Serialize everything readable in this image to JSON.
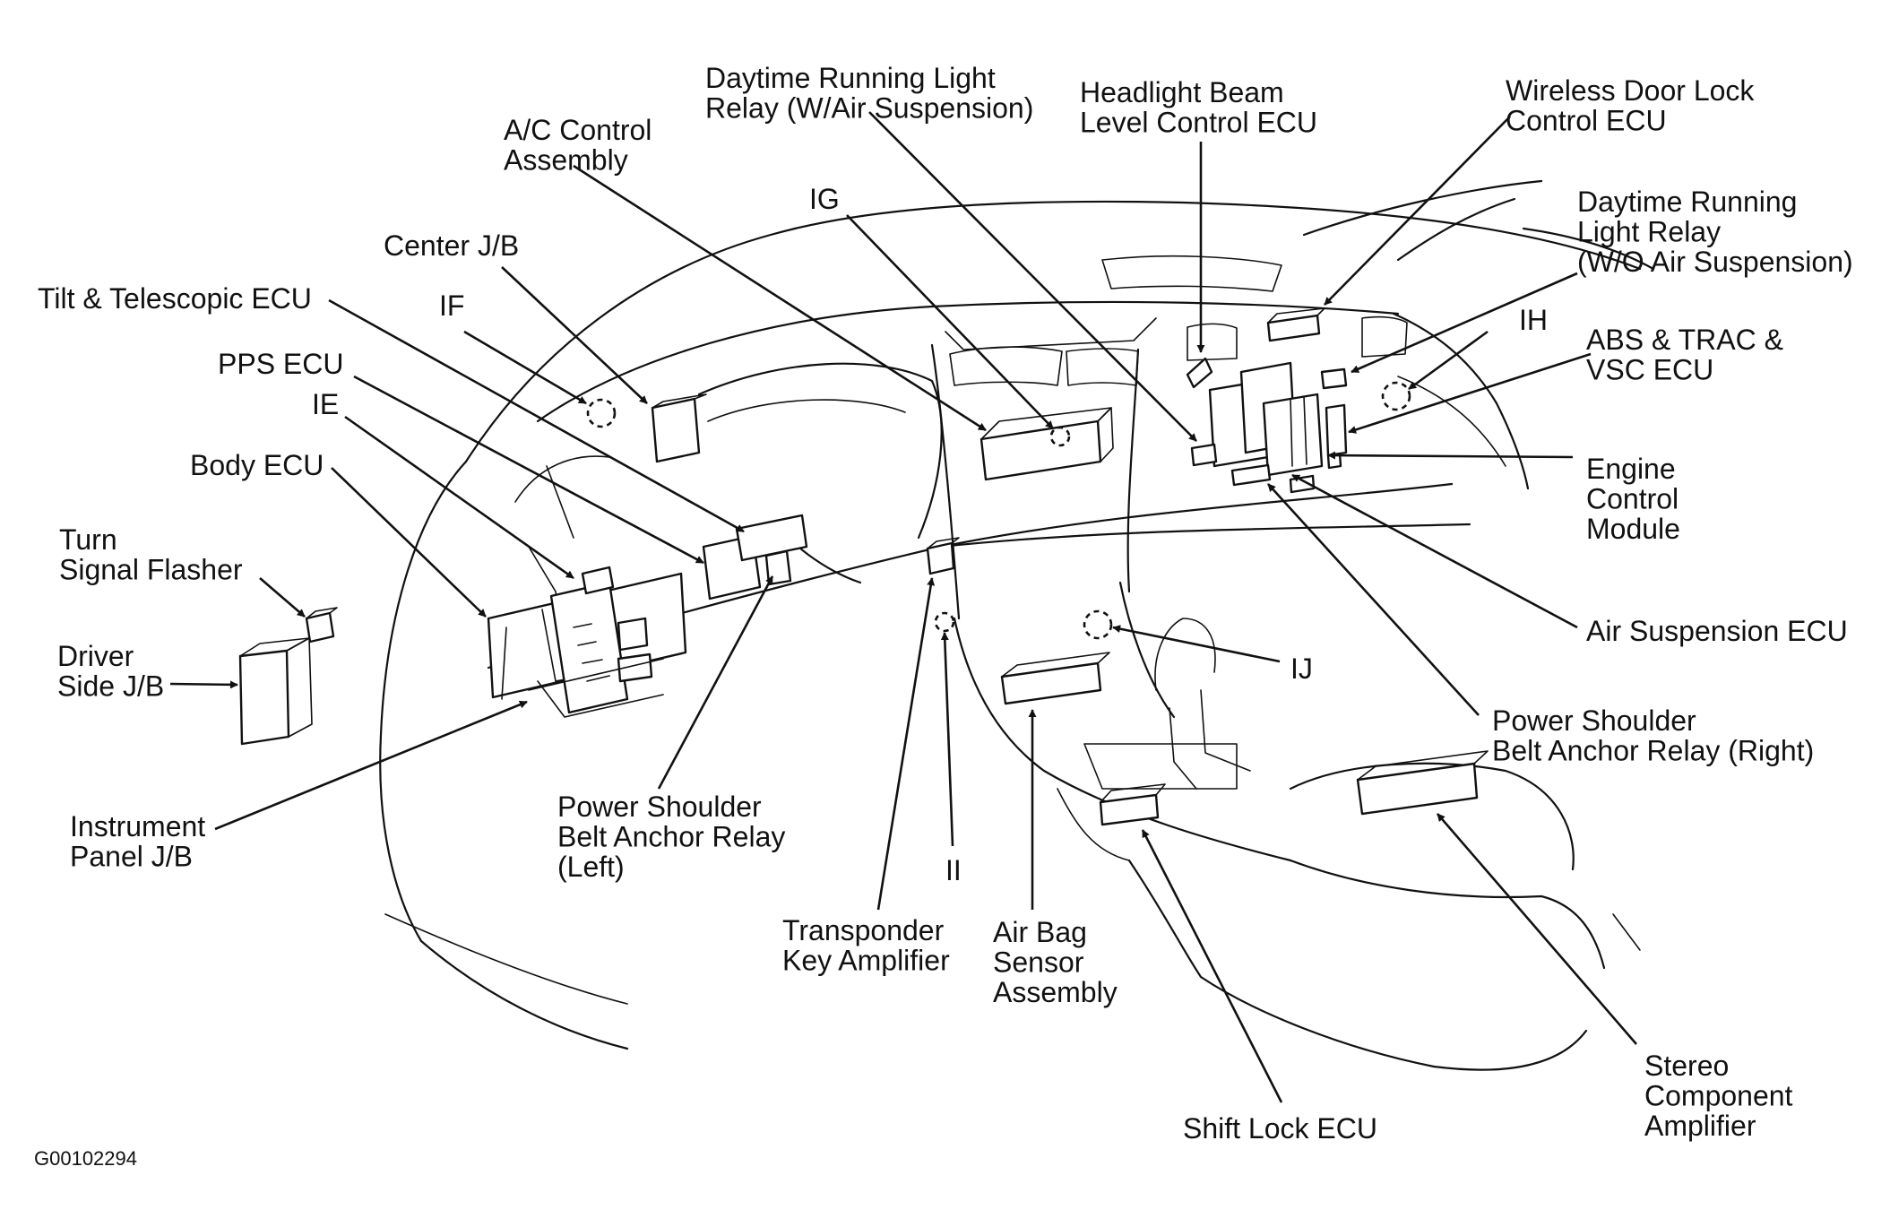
{
  "diagram_code": "G00102294",
  "labels": {
    "daytime_running_light_relay_air": [
      "Daytime Running Light",
      "Relay (W/Air Suspension)"
    ],
    "headlight_beam_level_control_ecu": [
      "Headlight Beam",
      "Level Control ECU"
    ],
    "wireless_door_lock_control_ecu": [
      "Wireless Door Lock",
      "Control ECU"
    ],
    "ac_control_assembly": [
      "A/C Control",
      "Assembly"
    ],
    "ig": [
      "IG"
    ],
    "daytime_running_light_relay_wo_air": [
      "Daytime Running",
      "Light Relay",
      "(W/O Air Suspension)"
    ],
    "center_jb": [
      "Center J/B"
    ],
    "tilt_telescopic_ecu": [
      "Tilt & Telescopic ECU"
    ],
    "if": [
      "IF"
    ],
    "ih": [
      "IH"
    ],
    "abs_trac_vsc_ecu": [
      "ABS & TRAC &",
      "VSC ECU"
    ],
    "pps_ecu": [
      "PPS ECU"
    ],
    "ie": [
      "IE"
    ],
    "body_ecu": [
      "Body ECU"
    ],
    "engine_control_module": [
      "Engine",
      "Control",
      "Module"
    ],
    "turn_signal_flasher": [
      "Turn",
      "Signal Flasher"
    ],
    "air_suspension_ecu": [
      "Air Suspension ECU"
    ],
    "driver_side_jb": [
      "Driver",
      "Side J/B"
    ],
    "ij": [
      "IJ"
    ],
    "power_shoulder_belt_anchor_relay_right": [
      "Power Shoulder",
      "Belt Anchor Relay (Right)"
    ],
    "instrument_panel_jb": [
      "Instrument",
      "Panel J/B"
    ],
    "power_shoulder_belt_anchor_relay_left": [
      "Power Shoulder",
      "Belt Anchor Relay",
      "(Left)"
    ],
    "ii": [
      "II"
    ],
    "transponder_key_amplifier": [
      "Transponder",
      "Key Amplifier"
    ],
    "air_bag_sensor_assembly": [
      "Air Bag",
      "Sensor",
      "Assembly"
    ],
    "stereo_component_amplifier": [
      "Stereo",
      "Component",
      "Amplifier"
    ],
    "shift_lock_ecu": [
      "Shift Lock ECU"
    ]
  }
}
